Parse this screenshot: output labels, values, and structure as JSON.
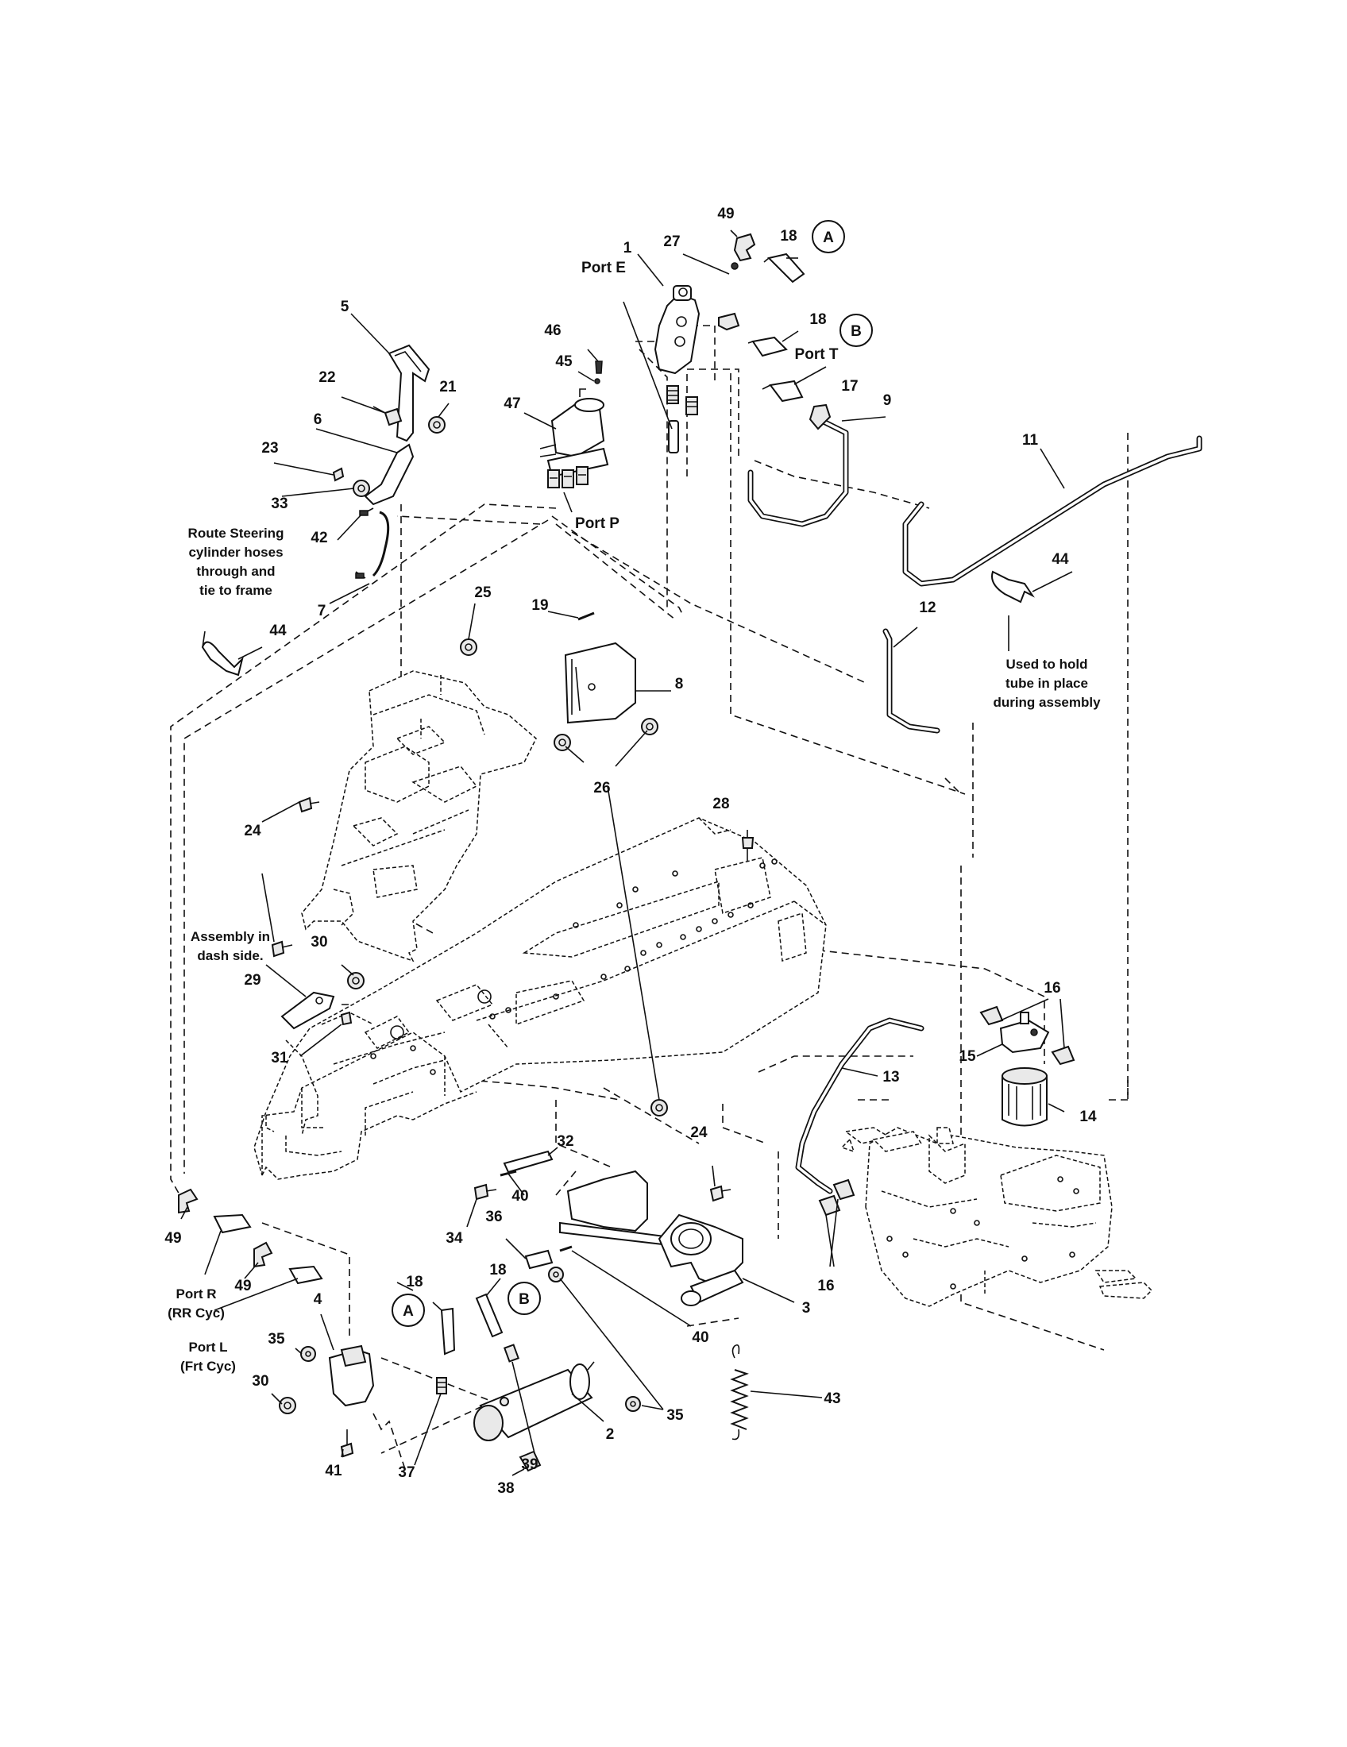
{
  "diagram": {
    "callouts": [
      {
        "id": "c1",
        "text": "1"
      },
      {
        "id": "c27",
        "text": "27"
      },
      {
        "id": "c49a",
        "text": "49"
      },
      {
        "id": "c18a",
        "text": "18"
      },
      {
        "id": "cA1",
        "text": "A"
      },
      {
        "id": "cPortE",
        "text": "Port E"
      },
      {
        "id": "c18b",
        "text": "18"
      },
      {
        "id": "cB1",
        "text": "B"
      },
      {
        "id": "cPortT",
        "text": "Port T"
      },
      {
        "id": "c17",
        "text": "17"
      },
      {
        "id": "c9",
        "text": "9"
      },
      {
        "id": "c11",
        "text": "11"
      },
      {
        "id": "c5",
        "text": "5"
      },
      {
        "id": "c46",
        "text": "46"
      },
      {
        "id": "c45",
        "text": "45"
      },
      {
        "id": "c47",
        "text": "47"
      },
      {
        "id": "c22",
        "text": "22"
      },
      {
        "id": "c21",
        "text": "21"
      },
      {
        "id": "c6",
        "text": "6"
      },
      {
        "id": "c23",
        "text": "23"
      },
      {
        "id": "c33",
        "text": "33"
      },
      {
        "id": "cPortP",
        "text": "Port P"
      },
      {
        "id": "c42",
        "text": "42"
      },
      {
        "id": "c7",
        "text": "7"
      },
      {
        "id": "c44a",
        "text": "44"
      },
      {
        "id": "c44b",
        "text": "44"
      },
      {
        "id": "c25",
        "text": "25"
      },
      {
        "id": "c19",
        "text": "19"
      },
      {
        "id": "c12",
        "text": "12"
      },
      {
        "id": "c8",
        "text": "8"
      },
      {
        "id": "c26",
        "text": "26"
      },
      {
        "id": "c24a",
        "text": "24"
      },
      {
        "id": "c28",
        "text": "28"
      },
      {
        "id": "c30a",
        "text": "30"
      },
      {
        "id": "c29",
        "text": "29"
      },
      {
        "id": "c31",
        "text": "31"
      },
      {
        "id": "c16a",
        "text": "16"
      },
      {
        "id": "c15",
        "text": "15"
      },
      {
        "id": "c13",
        "text": "13"
      },
      {
        "id": "c14",
        "text": "14"
      },
      {
        "id": "c32",
        "text": "32"
      },
      {
        "id": "c24b",
        "text": "24"
      },
      {
        "id": "c40a",
        "text": "40"
      },
      {
        "id": "c34",
        "text": "34"
      },
      {
        "id": "c36",
        "text": "36"
      },
      {
        "id": "c49b",
        "text": "49"
      },
      {
        "id": "c49c",
        "text": "49"
      },
      {
        "id": "c16b",
        "text": "16"
      },
      {
        "id": "c3",
        "text": "3"
      },
      {
        "id": "c40b",
        "text": "40"
      },
      {
        "id": "c18c",
        "text": "18"
      },
      {
        "id": "c18d",
        "text": "18"
      },
      {
        "id": "cA2",
        "text": "A"
      },
      {
        "id": "cB2",
        "text": "B"
      },
      {
        "id": "c4",
        "text": "4"
      },
      {
        "id": "c35a",
        "text": "35"
      },
      {
        "id": "c30b",
        "text": "30"
      },
      {
        "id": "c35b",
        "text": "35"
      },
      {
        "id": "c43",
        "text": "43"
      },
      {
        "id": "c2",
        "text": "2"
      },
      {
        "id": "c41",
        "text": "41"
      },
      {
        "id": "c37",
        "text": "37"
      },
      {
        "id": "c39",
        "text": "39"
      },
      {
        "id": "c38",
        "text": "38"
      }
    ],
    "notes": {
      "route": [
        "Route Steering",
        "cylinder hoses",
        "through and",
        "tie to frame"
      ],
      "used": [
        "Used to hold",
        "tube in place",
        "during assembly"
      ],
      "assembly": [
        "Assembly in",
        "dash side."
      ],
      "portR": [
        "Port R",
        "(RR Cyc)"
      ],
      "portL": [
        "Port L",
        "(Frt Cyc)"
      ]
    }
  }
}
